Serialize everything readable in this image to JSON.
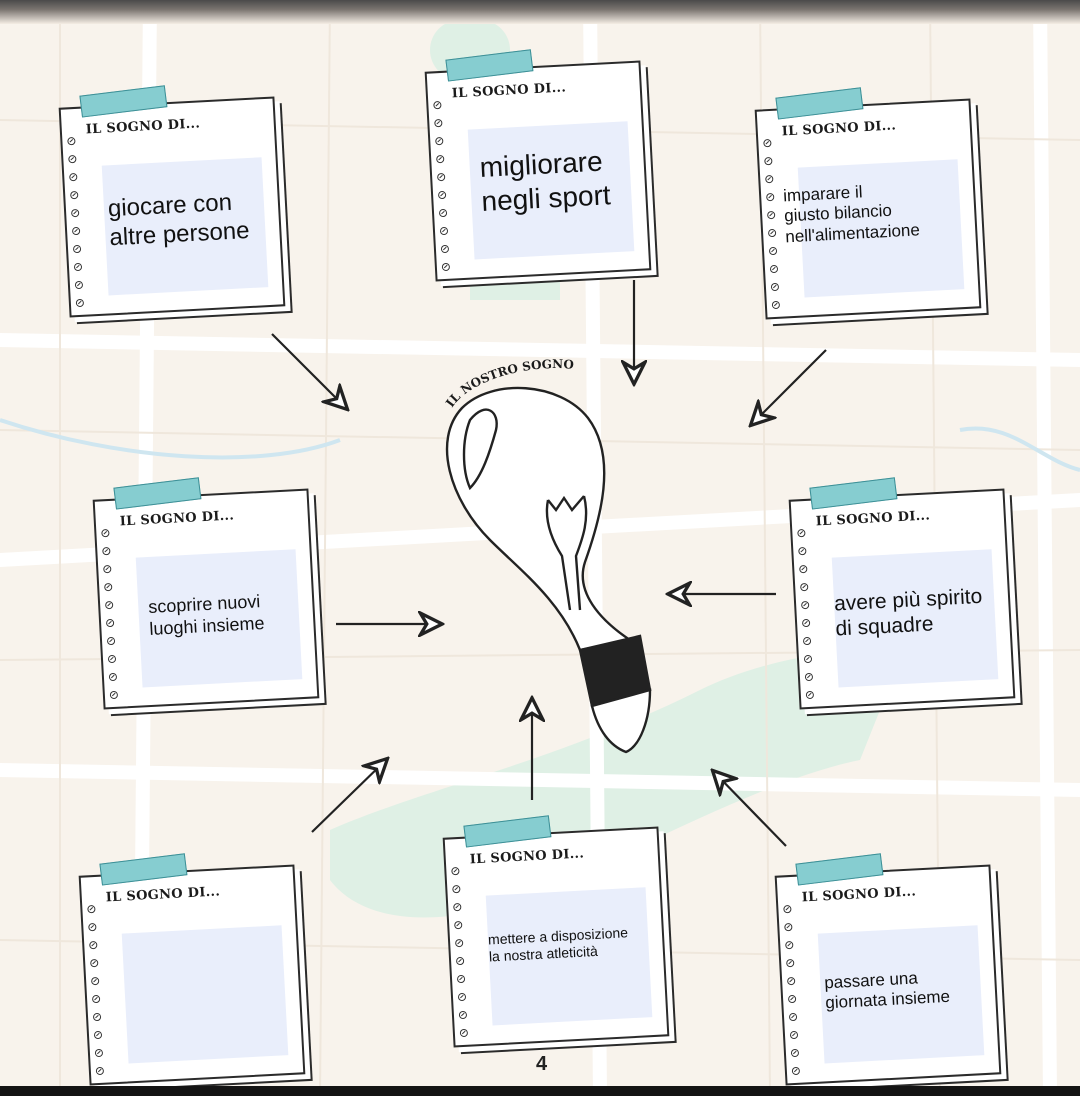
{
  "note_header": "IL SOGNO DI...",
  "bulb_label": "IL NOSTRO SOGNO",
  "page_number": "4",
  "notes": [
    {
      "id": "top-left",
      "text": "giocare con\naltre persone"
    },
    {
      "id": "top-center",
      "text": "migliorare\nnegli sport"
    },
    {
      "id": "top-right",
      "text": "imparare il\ngiusto bilancio\nnell'alimentazione"
    },
    {
      "id": "middle-left",
      "text": "scoprire nuovi\nluoghi insieme"
    },
    {
      "id": "middle-right",
      "text": "avere più spirito\ndi squadre"
    },
    {
      "id": "bottom-left",
      "text": ""
    },
    {
      "id": "bottom-center",
      "text": "mettere a disposizione\nla nostra atleticità"
    },
    {
      "id": "bottom-right",
      "text": "passare una\ngiornata insieme"
    }
  ],
  "colors": {
    "tape": "#86cdd0",
    "answer_box": "#e9eefb",
    "map_park": "#dcefe4",
    "map_road": "#ffffff"
  }
}
